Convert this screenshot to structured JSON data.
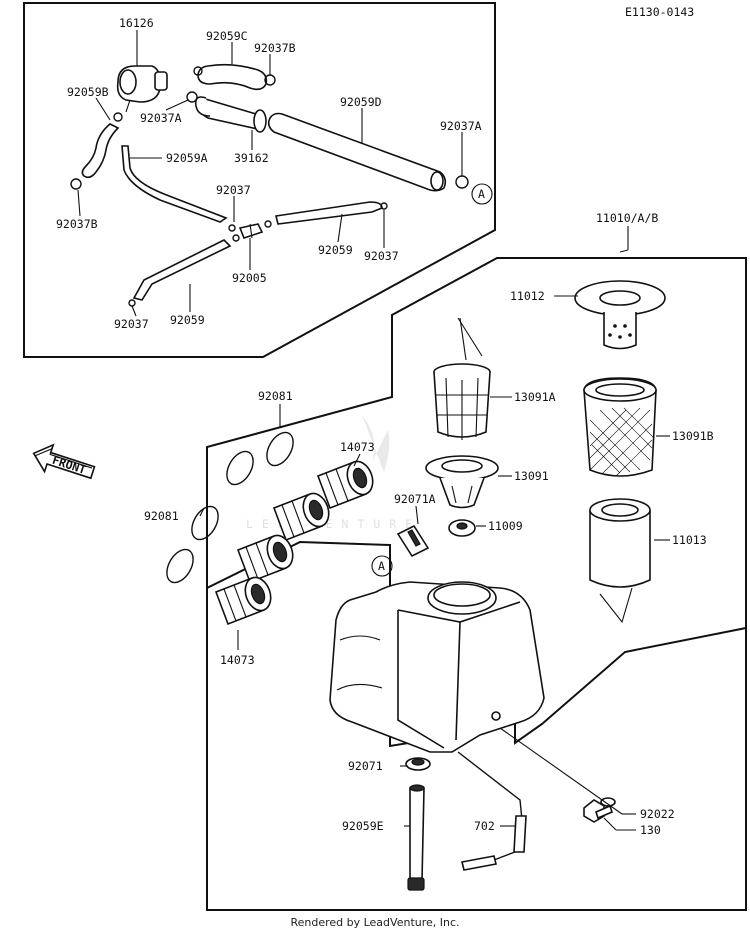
{
  "header": {
    "diagram_code": "E1130-0143"
  },
  "footer": {
    "credit": "Rendered by LeadVenture, Inc."
  },
  "watermark": {
    "text": "LEADVENTURE"
  },
  "front_arrow": {
    "label": "FRONT"
  },
  "reference_marks": {
    "a_top": "A",
    "a_bottom": "A"
  },
  "part_labels": {
    "p16126": "16126",
    "p92059C": "92059C",
    "p92037B_top": "92037B",
    "p92059B": "92059B",
    "p92037A_left": "92037A",
    "p92059D": "92059D",
    "p92037A_right": "92037A",
    "p92059A": "92059A",
    "p39162": "39162",
    "p92037B_bottom": "92037B",
    "p92037_mid": "92037",
    "p92059_right": "92059",
    "p92037_right": "92037",
    "p92005": "92005",
    "p92037_bottom": "92037",
    "p92059_bottom": "92059",
    "p11010AB": "11010/A/B",
    "p11012": "11012",
    "p13091A": "13091A",
    "p13091B": "13091B",
    "p13091": "13091",
    "p92071A": "92071A",
    "p11009": "11009",
    "p11013": "11013",
    "p92081_top": "92081",
    "p92081_left": "92081",
    "p14073_top": "14073",
    "p14073_bottom": "14073",
    "p92071": "92071",
    "p92059E": "92059E",
    "p702": "702",
    "p92022": "92022",
    "p130": "130"
  }
}
